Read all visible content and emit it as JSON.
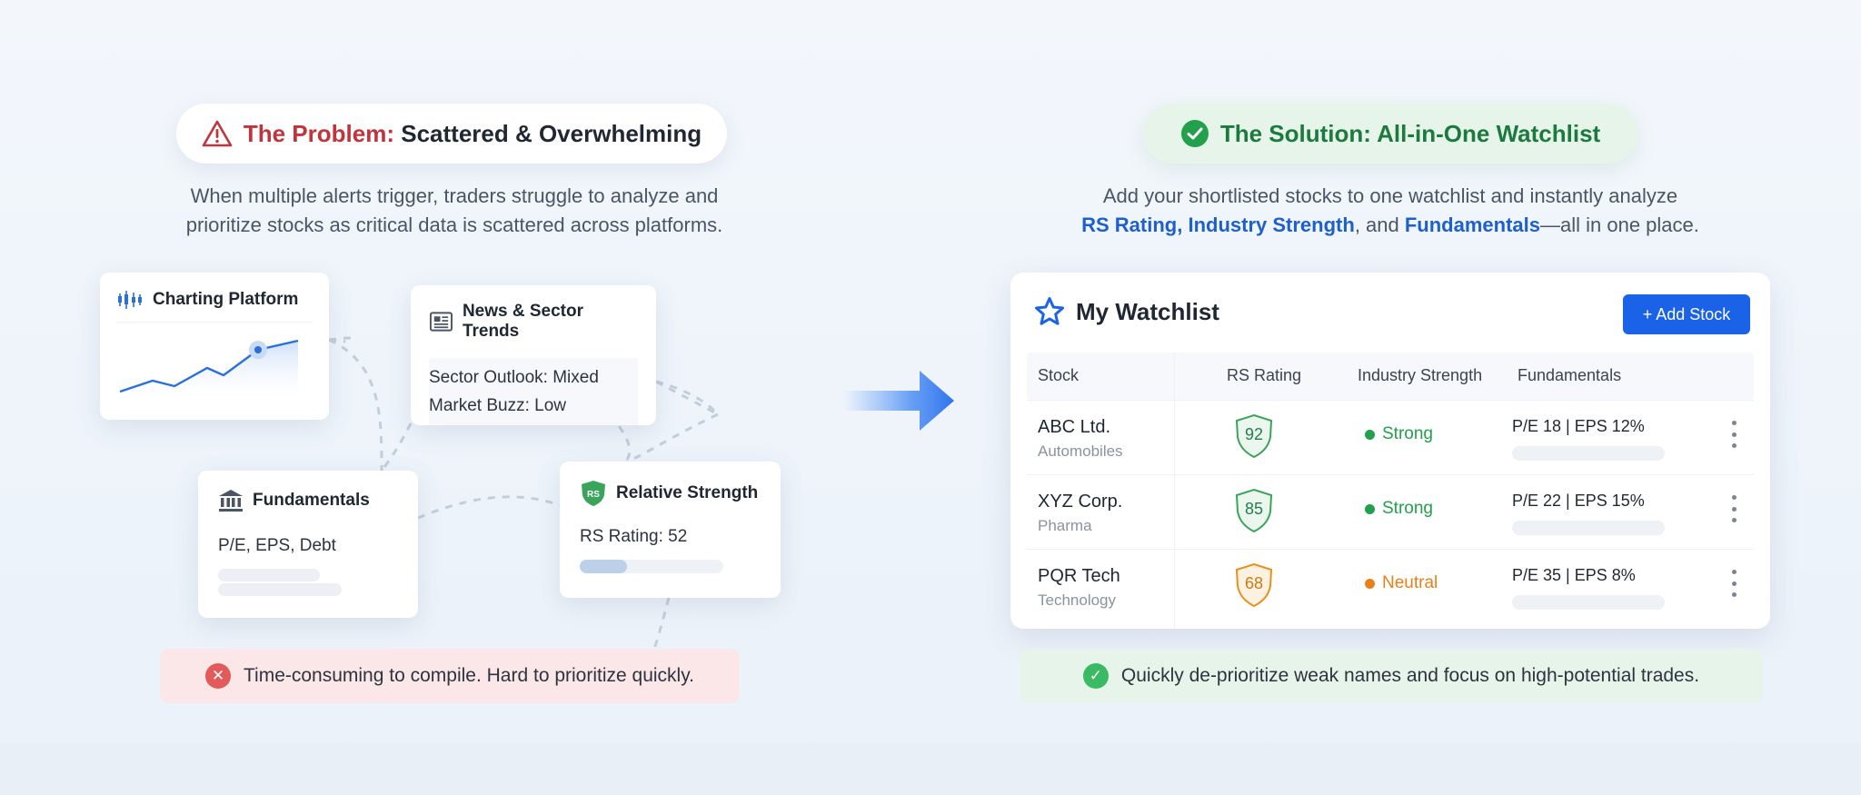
{
  "problem": {
    "heading_lead": "The Problem:",
    "heading_rest": "Scattered & Overwhelming",
    "description_line1": "When multiple alerts trigger, traders struggle to analyze and",
    "description_line2": "prioritize stocks as critical data is scattered across platforms.",
    "cards": {
      "charting": {
        "title": "Charting Platform"
      },
      "news": {
        "title": "News & Sector Trends",
        "line1": "Sector Outlook: Mixed",
        "line2": "Market Buzz: Low"
      },
      "fundamentals": {
        "title": "Fundamentals",
        "line1": "P/E, EPS, Debt"
      },
      "relative_strength": {
        "title": "Relative Strength",
        "badge": "RS",
        "rating_text": "RS Rating: 52",
        "rating_fraction": 0.33
      }
    },
    "alert": "Time-consuming to compile. Hard to prioritize quickly."
  },
  "solution": {
    "heading": "The Solution: All-in-One Watchlist",
    "description_line1": "Add your shortlisted stocks to one watchlist and instantly analyze",
    "desc_rs": "RS Rating",
    "desc_sep1": ", ",
    "desc_industry": "Industry Strength",
    "desc_sep2": ", and ",
    "desc_fund": "Fundamentals",
    "desc_tail": "—all in one place.",
    "alert": "Quickly de-prioritize weak names and focus on high-potential trades."
  },
  "watchlist": {
    "title": "My Watchlist",
    "add_button": "+ Add Stock",
    "columns": [
      "Stock",
      "RS Rating",
      "Industry Strength",
      "Fundamentals"
    ],
    "rows": [
      {
        "name": "ABC Ltd.",
        "sector": "Automobiles",
        "rs": "92",
        "strength": "Strong",
        "fundamentals": "P/E 18 | EPS 12%"
      },
      {
        "name": "XYZ Corp.",
        "sector": "Pharma",
        "rs": "85",
        "strength": "Strong",
        "fundamentals": "P/E 22 | EPS 15%"
      },
      {
        "name": "PQR Tech",
        "sector": "Technology",
        "rs": "68",
        "strength": "Neutral",
        "fundamentals": "P/E 35 | EPS 8%"
      }
    ]
  },
  "colors": {
    "problem_red": "#c0343b",
    "solution_green": "#1d7a3e",
    "accent_blue": "#1a63e8",
    "strong_green": "#22a04b",
    "neutral_orange": "#e8801a"
  }
}
